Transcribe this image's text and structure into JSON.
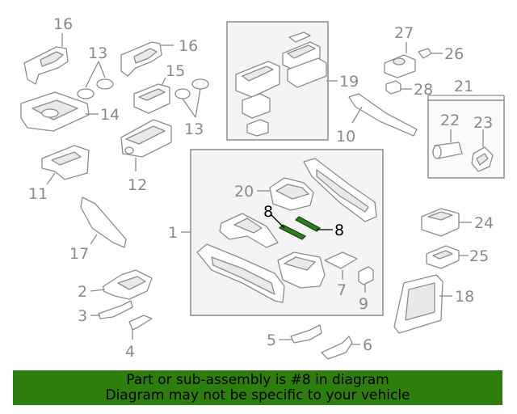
{
  "callouts": {
    "c1": "1",
    "c2": "2",
    "c3": "3",
    "c4": "4",
    "c5": "5",
    "c6": "6",
    "c7": "7",
    "c8a": "8",
    "c8b": "8",
    "c9": "9",
    "c10": "10",
    "c11": "11",
    "c12": "12",
    "c13a": "13",
    "c13b": "13",
    "c14": "14",
    "c15": "15",
    "c16a": "16",
    "c16b": "16",
    "c17": "17",
    "c18": "18",
    "c19": "19",
    "c20": "20",
    "c21": "21",
    "c22": "22",
    "c23": "23",
    "c24": "24",
    "c25": "25",
    "c26": "26",
    "c27": "27",
    "c28": "28"
  },
  "highlighted_part": "8",
  "colors": {
    "highlight_part": "#2e7d1e",
    "banner_bg": "#2e7d0f",
    "line_gray": "#8c8c8c"
  },
  "banner": {
    "line1": "Part or sub-assembly is #8 in diagram",
    "line2": "Diagram may not be specific to your vehicle"
  }
}
